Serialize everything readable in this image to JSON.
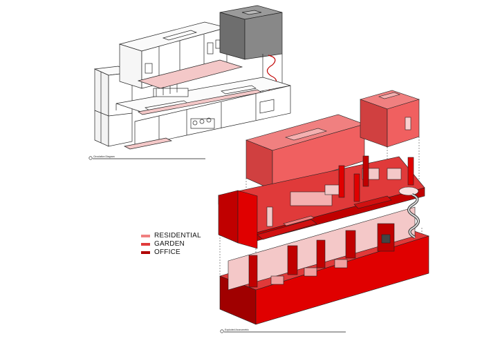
{
  "legend": {
    "items": [
      {
        "label": "RESIDENTIAL",
        "color": "#f08080"
      },
      {
        "label": "GARDEN",
        "color": "#e03a3a"
      },
      {
        "label": "OFFICE",
        "color": "#b00000"
      }
    ]
  },
  "captions": {
    "top": "Circulation Diagram",
    "bottom": "Exploded Axonometric"
  },
  "colors": {
    "residential": "#f08080",
    "garden": "#e03a3a",
    "office": "#b00000",
    "deep_red": "#c00000",
    "pale_pink": "#f4c0c0",
    "tower_gray": "#707070",
    "line": "#222222"
  }
}
